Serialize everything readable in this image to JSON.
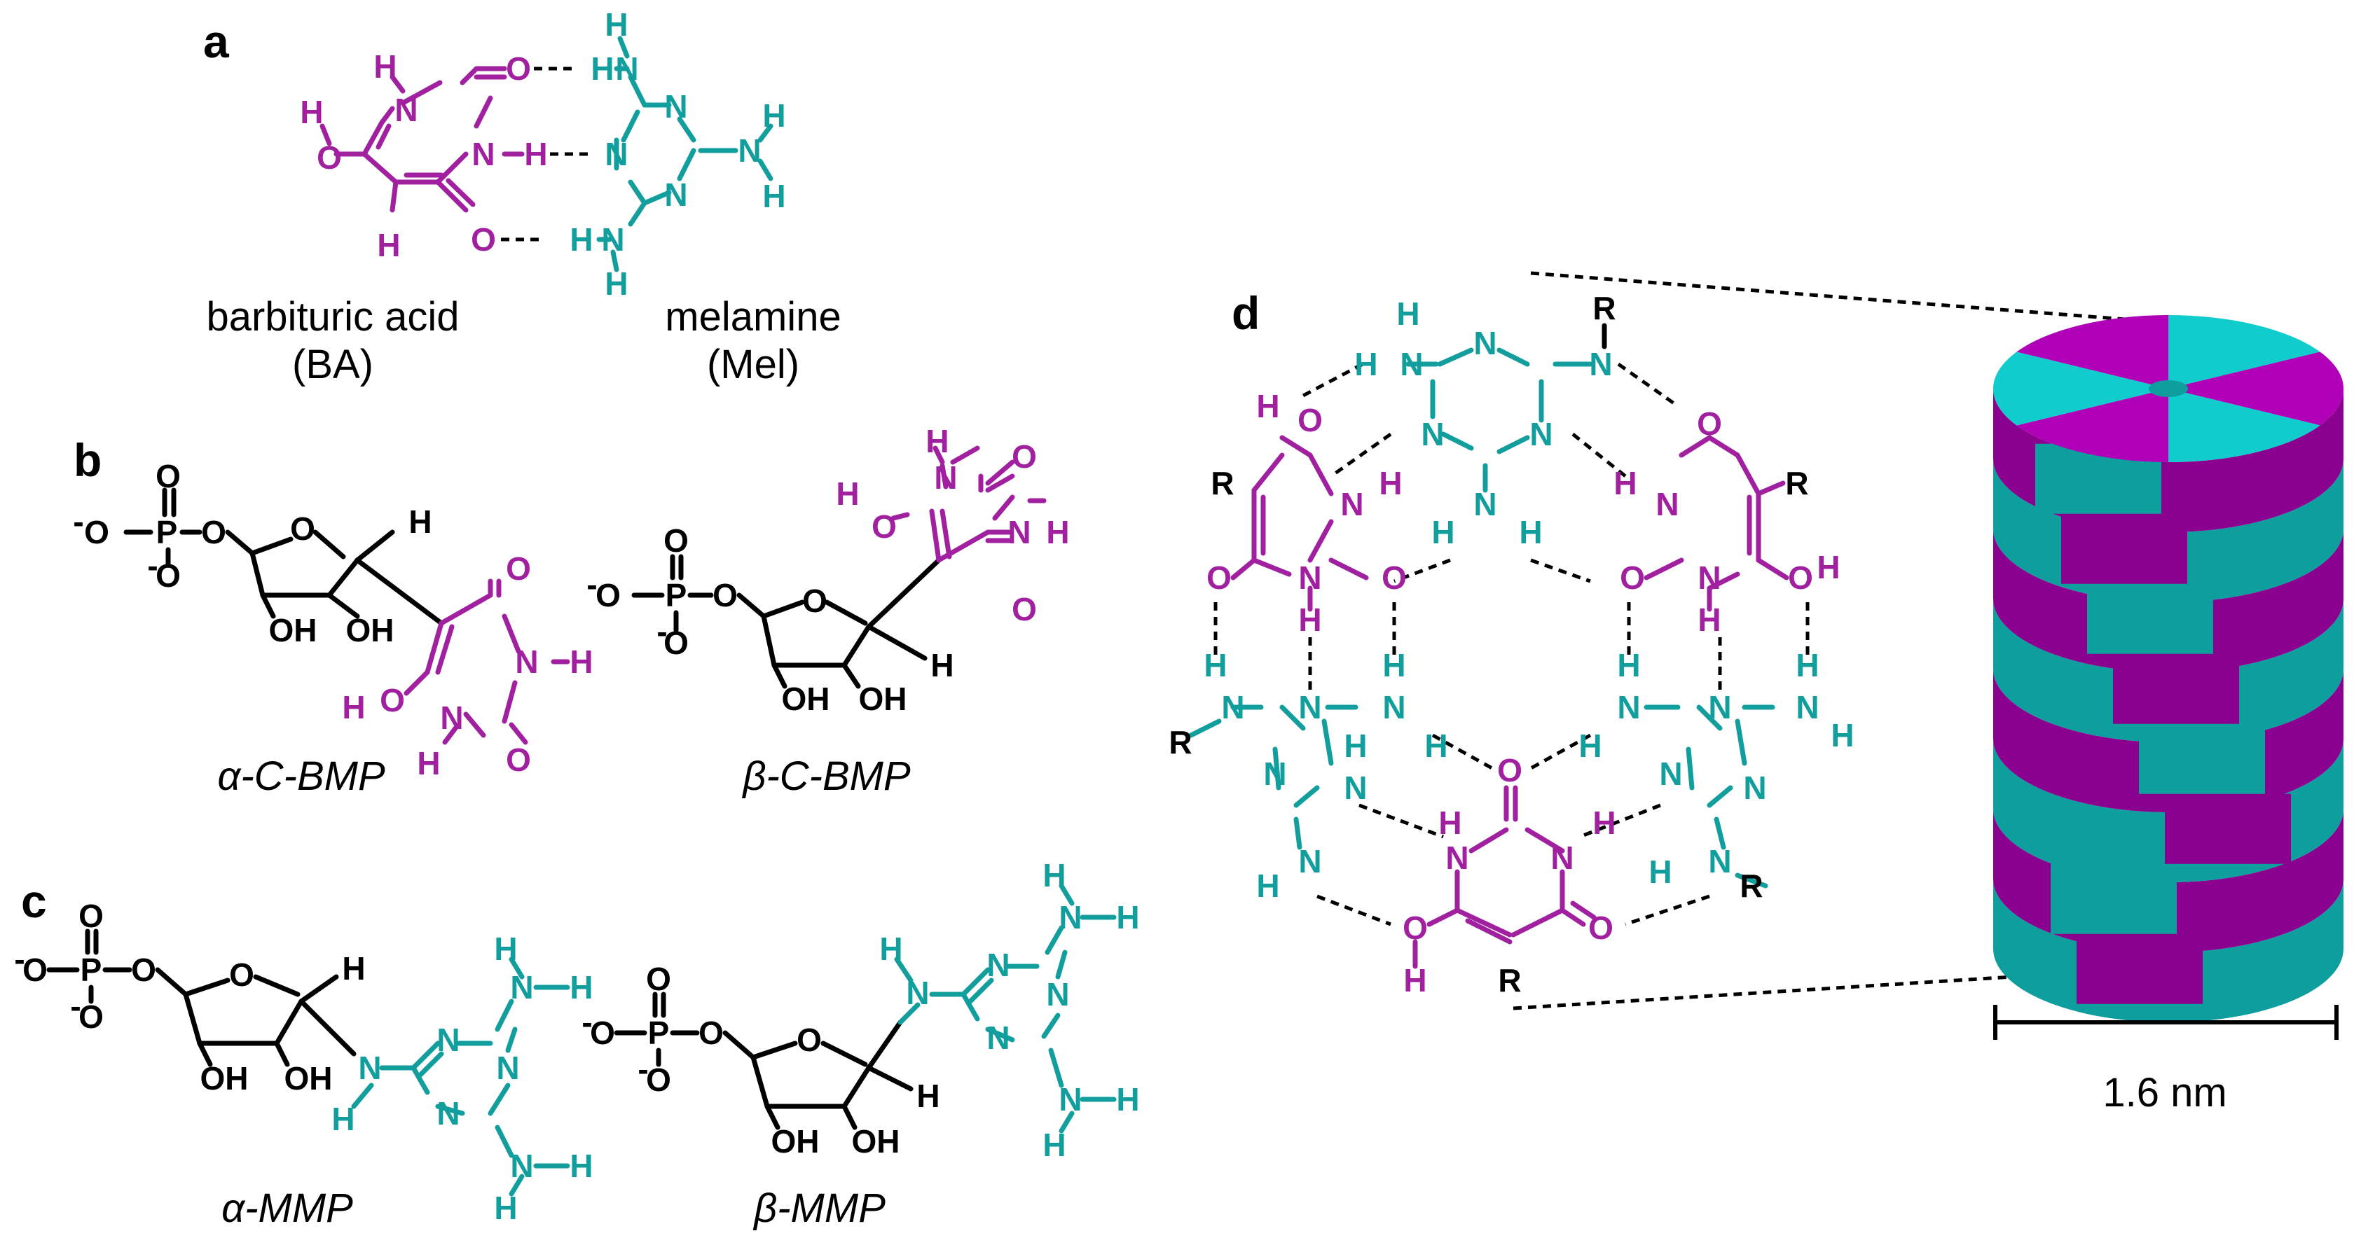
{
  "colors": {
    "barbiturate": "#a020a0",
    "melamine": "#139e9e",
    "backbone": "#000000",
    "stack_magenta": "#b000b8",
    "stack_cyan": "#11cccc",
    "stack_magenta_side": "#8a008f",
    "stack_cyan_side": "#0e9e9e"
  },
  "panels": {
    "a": {
      "letter": "a",
      "label_ba": "barbituric acid",
      "label_ba_abbr": "(BA)",
      "label_mel": "melamine",
      "label_mel_abbr": "(Mel)"
    },
    "b": {
      "letter": "b",
      "label_alpha": "α-C-BMP",
      "label_beta": "β-C-BMP"
    },
    "c": {
      "letter": "c",
      "label_alpha": "α-MMP",
      "label_beta": "β-MMP"
    },
    "d": {
      "letter": "d",
      "scale_label": "1.6 nm"
    }
  },
  "atoms": {
    "O": "O",
    "N": "N",
    "H": "H",
    "P": "P",
    "R": "R",
    "OH": "OH",
    "Ominus": "O",
    "minus": "-"
  },
  "stack": {
    "layers": 8,
    "description_visible": false
  }
}
